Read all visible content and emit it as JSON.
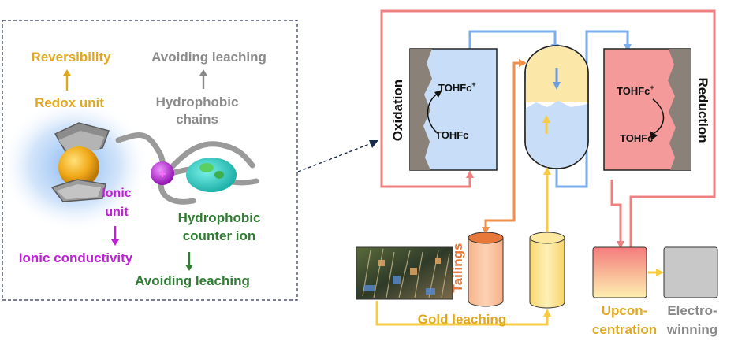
{
  "left_panel": {
    "reversibility": "Reversibility",
    "redox_unit": "Redox unit",
    "avoiding_leaching_top": "Avoiding leaching",
    "hydrophobic_chains_line1": "Hydrophobic",
    "hydrophobic_chains_line2": "chains",
    "ionic_unit_line1": "Ionic",
    "ionic_unit_line2": "unit",
    "ionic_conductivity": "Ionic conductivity",
    "counter_ion_line1": "Hydrophobic",
    "counter_ion_line2": "counter ion",
    "avoiding_leaching_bottom": "Avoiding leaching"
  },
  "process": {
    "oxidation": "Oxidation",
    "reduction": "Reduction",
    "ox_top": "TOHFc",
    "ox_top_sup": "+",
    "ox_bottom": "TOHFc",
    "red_top": "TOHFc",
    "red_top_sup": "+",
    "red_bottom": "TOHFc",
    "tailings": "Tailings",
    "gold_leaching": "Gold leaching",
    "upconcentration_line1": "Upcon-",
    "upconcentration_line2": "centration",
    "electrowinning_line1": "Electro-",
    "electrowinning_line2": "winning"
  },
  "colors": {
    "gold": "#e0a820",
    "gray_text": "#8a8a8a",
    "magenta": "#c020d8",
    "green": "#2e7d32",
    "red_line": "#f08080",
    "blue_line": "#7aaef0",
    "orange_line": "#f0904a",
    "yellow_line": "#f8cc40",
    "tailings_orange": "#e8773a",
    "electrowinning_gray": "#8a8a8a"
  }
}
